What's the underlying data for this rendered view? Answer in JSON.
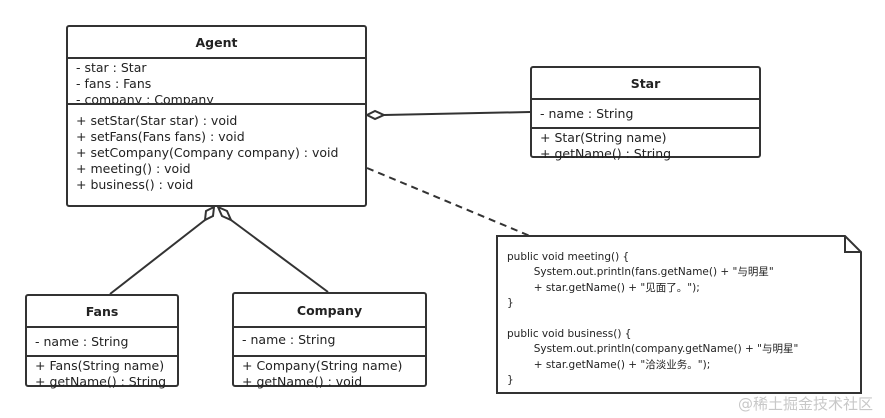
{
  "classes": {
    "agent": {
      "name": "Agent",
      "attributes": [
        "- star : Star",
        "- fans : Fans",
        "- company : Company"
      ],
      "methods": [
        "+ setStar(Star star) : void",
        "+ setFans(Fans fans) : void",
        "+ setCompany(Company company) : void",
        "+ meeting() : void",
        "+ business() : void"
      ]
    },
    "star": {
      "name": "Star",
      "attributes": [
        "- name : String"
      ],
      "methods": [
        "+ Star(String name)",
        "+ getName() : String"
      ]
    },
    "fans": {
      "name": "Fans",
      "attributes": [
        "- name : String"
      ],
      "methods": [
        "+ Fans(String name)",
        "+ getName() : String"
      ]
    },
    "company": {
      "name": "Company",
      "attributes": [
        "- name : String"
      ],
      "methods": [
        "+ Company(String name)",
        "+ getName() : void"
      ]
    }
  },
  "relations": [
    {
      "type": "aggregation",
      "whole": "Agent",
      "part": "Star"
    },
    {
      "type": "aggregation",
      "whole": "Agent",
      "part": "Fans"
    },
    {
      "type": "aggregation",
      "whole": "Agent",
      "part": "Company"
    },
    {
      "type": "note-link",
      "from": "Agent",
      "to": "note"
    }
  ],
  "note": {
    "text": "public void meeting() {\n        System.out.println(fans.getName() + \"与明星\"\n        + star.getName() + \"见面了。\");\n}\n\npublic void business() {\n        System.out.println(company.getName() + \"与明星\"\n        + star.getName() + \"洽淡业务。\");\n}"
  },
  "watermark": "@稀土掘金技术社区",
  "colors": {
    "stroke": "#333333",
    "background": "#ffffff"
  }
}
